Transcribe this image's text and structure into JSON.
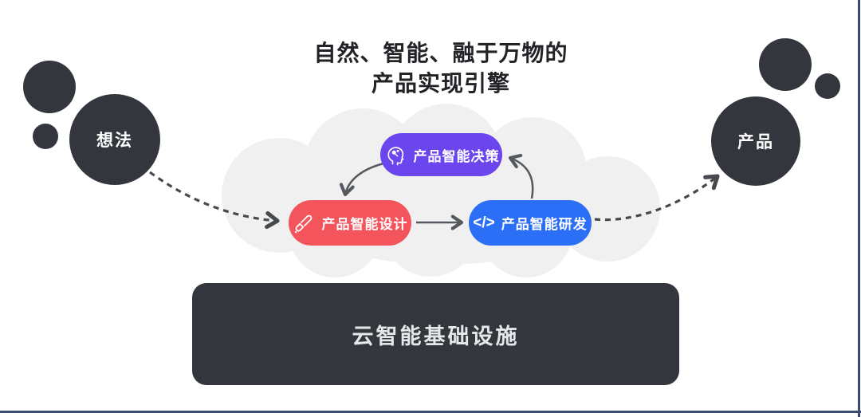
{
  "title": {
    "line1": "自然、智能、融于万物的",
    "line2": "产品实现引擎"
  },
  "idea": {
    "label": "想法"
  },
  "product": {
    "label": "产品"
  },
  "engine": {
    "nodes": {
      "decision": {
        "label": "产品智能决策",
        "icon": "ai-head-icon",
        "color": "#6b46ee"
      },
      "design": {
        "label": "产品智能设计",
        "icon": "paintbrush-icon",
        "color": "#f4545c"
      },
      "develop": {
        "label": "产品智能研发",
        "icon": "code-icon",
        "icon_glyph": "</>",
        "color": "#2b6ff6"
      }
    },
    "flows": [
      {
        "from": "decision",
        "to": "design",
        "style": "solid"
      },
      {
        "from": "design",
        "to": "develop",
        "style": "solid"
      },
      {
        "from": "develop",
        "to": "decision",
        "style": "solid"
      },
      {
        "from": "idea",
        "to": "design",
        "style": "dashed"
      },
      {
        "from": "develop",
        "to": "product",
        "style": "dashed"
      }
    ]
  },
  "infrastructure": {
    "label": "云智能基础设施"
  },
  "colors": {
    "dark_shape": "#33363c",
    "cloud": "#f0f0f1",
    "arrow_solid": "#55585e",
    "arrow_dashed": "#46494e",
    "frame_line": "#3a4a70",
    "decision": "#6b46ee",
    "design": "#f4545c",
    "develop": "#2b6ff6"
  }
}
